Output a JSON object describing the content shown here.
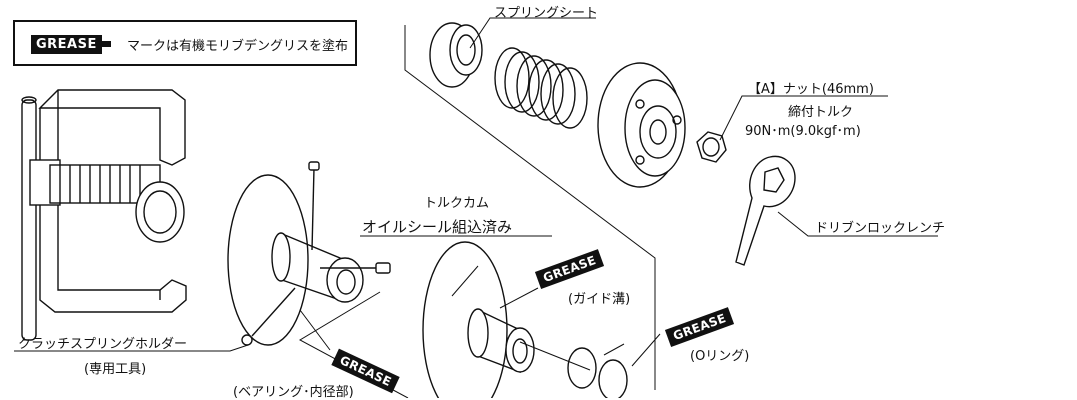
{
  "legend": {
    "badge": "GREASE",
    "text": "マークは有機モリブデングリスを塗布"
  },
  "grease_badge": "GREASE",
  "labels": {
    "spring_seat": "スプリングシート",
    "nut": "【A】ナット(46mm)",
    "torque_title": "締付トルク",
    "torque_value": "90N･m(9.0kgf･m)",
    "wrench": "ドリブンロックレンチ",
    "torque_cam": "トルクカム",
    "oil_seal": "オイルシール組込済み",
    "guide_groove": "(ガイド溝)",
    "o_ring": "(Oリング)",
    "bearing": "(ベアリング･内径部)",
    "holder": "クラッチスプリングホルダー",
    "holder_note": "(専用工具)"
  }
}
